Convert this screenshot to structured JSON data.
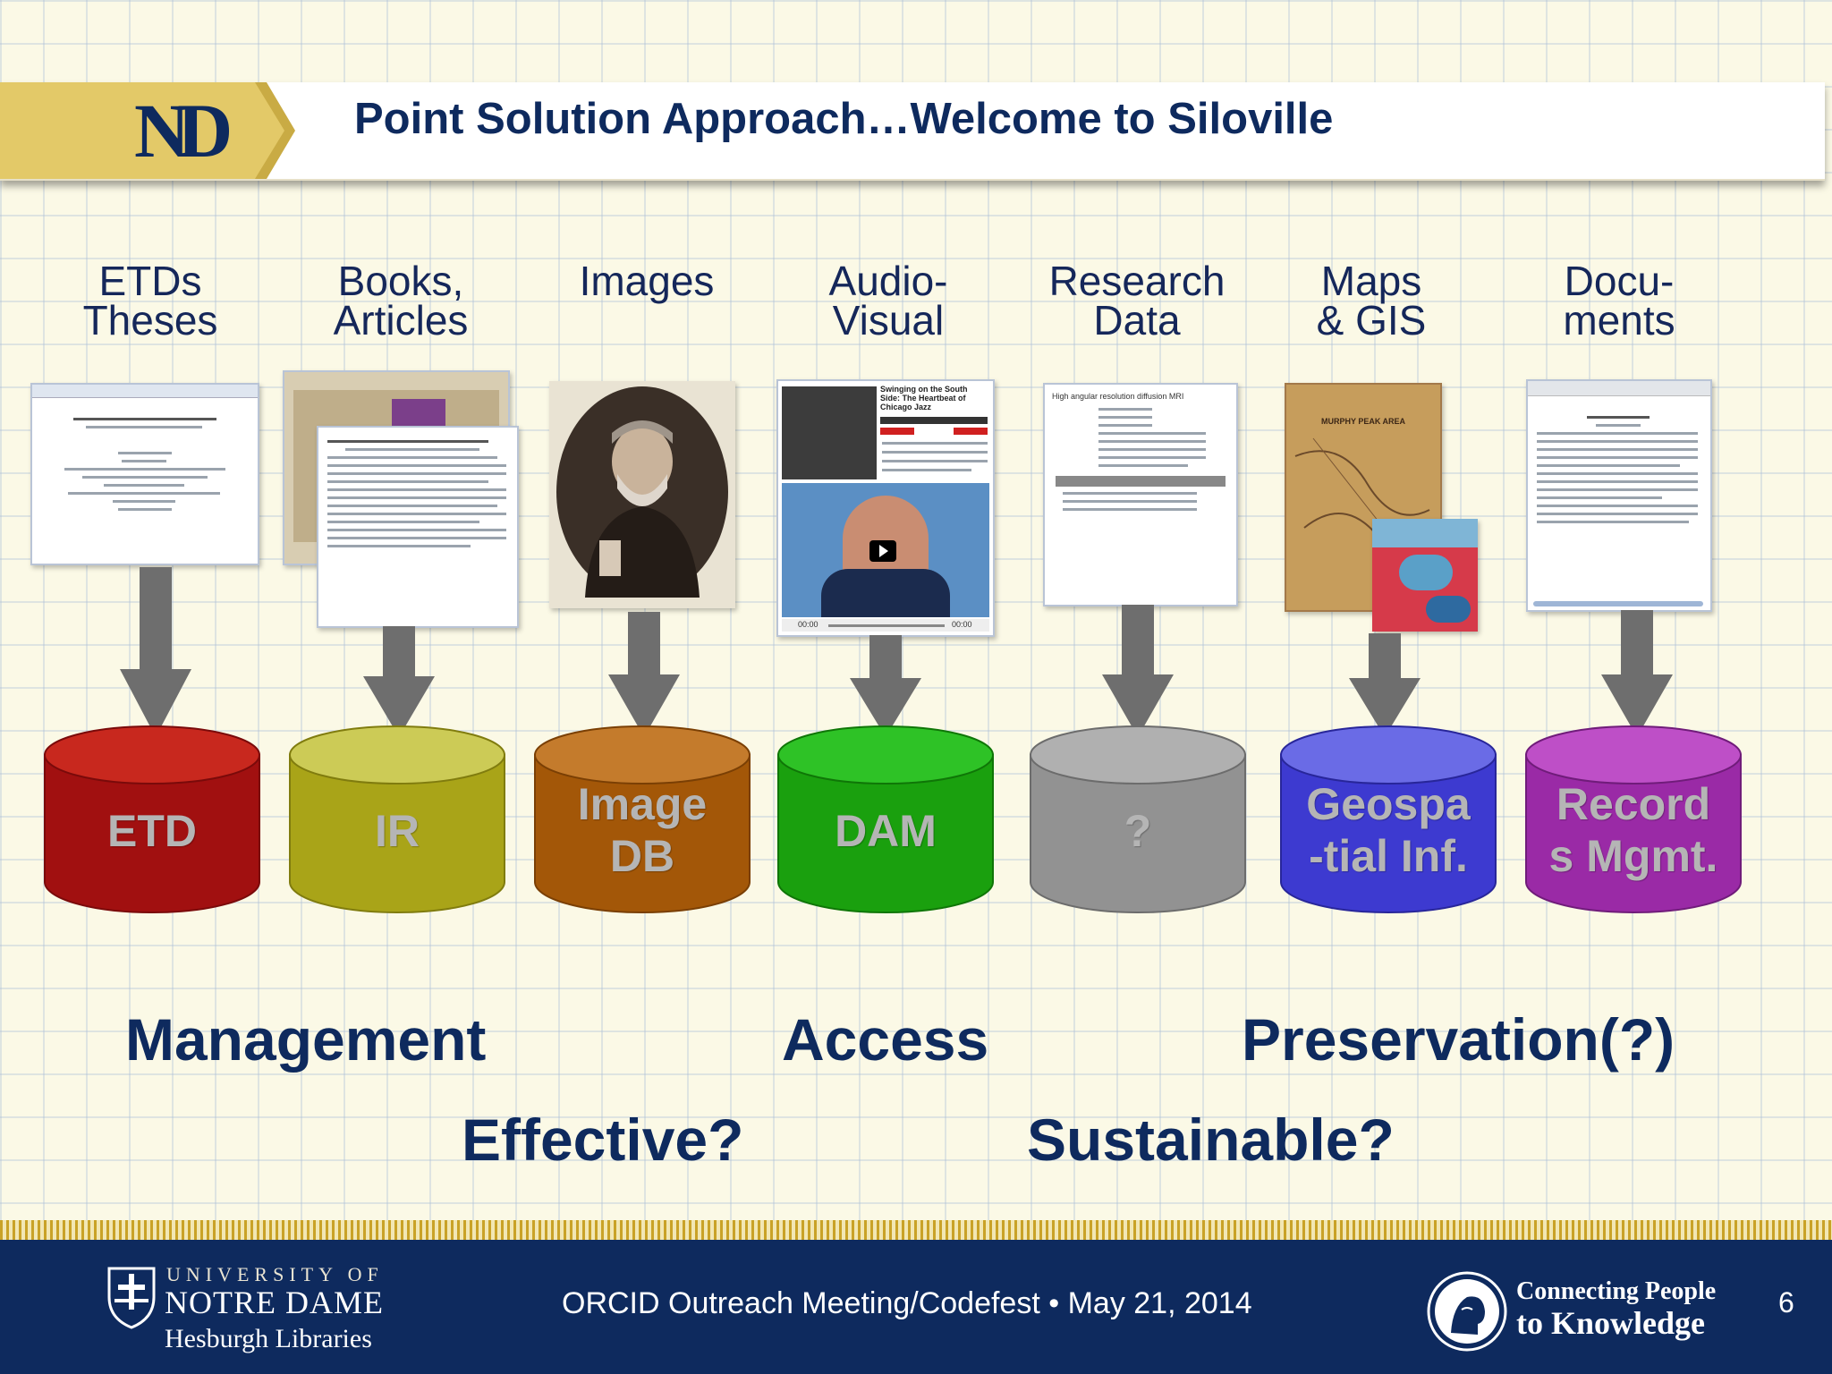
{
  "slide": {
    "title": "Point Solution Approach…Welcome to Siloville",
    "logo_text": "ND",
    "categories": [
      {
        "line1": "ETDs",
        "line2": "Theses",
        "silo": "ETD",
        "silo_line2": "",
        "color": "#a11010",
        "top": "#c8281e"
      },
      {
        "line1": "Books,",
        "line2": "Articles",
        "silo": "IR",
        "silo_line2": "",
        "color": "#a9a418",
        "top": "#cccb56"
      },
      {
        "line1": "Images",
        "line2": "",
        "silo": "Image",
        "silo_line2": "DB",
        "color": "#a35708",
        "top": "#c47b2c"
      },
      {
        "line1": "Audio-",
        "line2": "Visual",
        "silo": "DAM",
        "silo_line2": "",
        "color": "#1aa00e",
        "top": "#2ec226"
      },
      {
        "line1": "Research",
        "line2": "Data",
        "silo": "?",
        "silo_line2": "",
        "color": "#929292",
        "top": "#b0b0b0"
      },
      {
        "line1": "Maps",
        "line2": "& GIS",
        "silo": "Geospa",
        "silo_line2": "-tial Inf.",
        "color": "#3d3ad0",
        "top": "#6a6be6"
      },
      {
        "line1": "Docu-",
        "line2": "ments",
        "silo": "Record",
        "silo_line2": "s Mgmt.",
        "color": "#9a2aa6",
        "top": "#be4fc7"
      }
    ],
    "words": {
      "management": "Management",
      "access": "Access",
      "preservation": "Preservation(?)",
      "effective": "Effective?",
      "sustainable": "Sustainable?"
    },
    "thumbnails": {
      "audio_title": "Swinging on the South Side: The Heartbeat of Chicago Jazz",
      "audio_time_start": "00:00",
      "audio_time_end": "00:00",
      "research_title": "High angular resolution diffusion MRI",
      "map_title": "MURPHY PEAK AREA"
    }
  },
  "footer": {
    "univ_top": "UNIVERSITY OF",
    "univ_name": "NOTRE DAME",
    "library": "Hesburgh Libraries",
    "meeting": "ORCID Outreach Meeting/Codefest  •  May 21, 2014",
    "tagline1": "Connecting People",
    "tagline2": "to Knowledge",
    "page_number": "6"
  },
  "colors": {
    "navy": "#0e2a5e",
    "gold": "#e8cf6a",
    "arrow": "#6e6e6e",
    "background": "#fbf9e6"
  }
}
